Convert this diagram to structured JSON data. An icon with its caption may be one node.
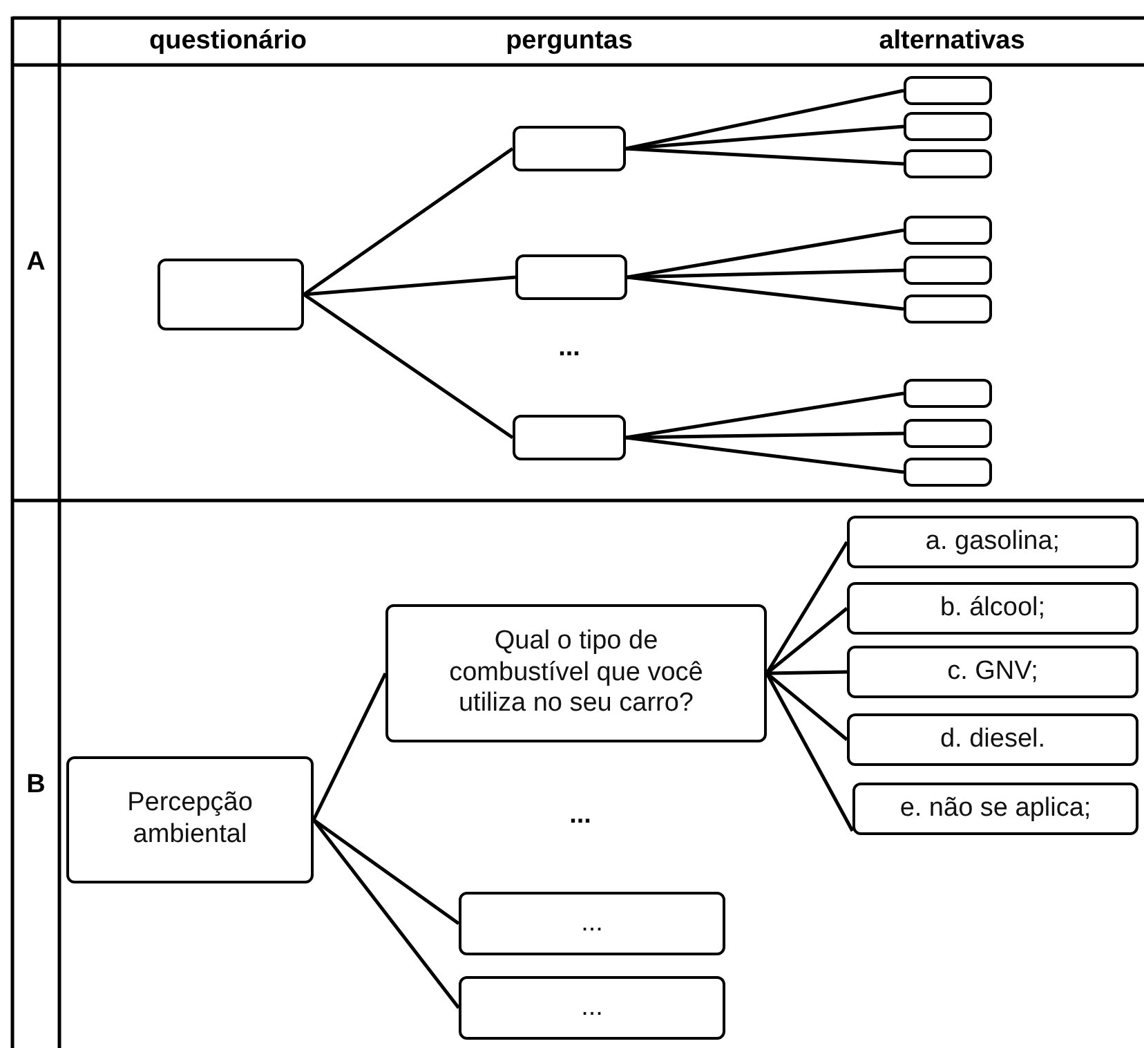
{
  "diagram": {
    "nodes": [
      {
        "text": [],
        "shape": "box"
      },
      {
        "text": [],
        "shape": "box"
      },
      {
        "text": [],
        "shape": "box"
      },
      {
        "text": [],
        "shape": "box"
      },
      {
        "text": [],
        "shape": "box"
      },
      {
        "text": [],
        "shape": "box"
      },
      {
        "text": [],
        "shape": "box"
      },
      {
        "text": [],
        "shape": "box"
      },
      {
        "text": [],
        "shape": "box"
      },
      {
        "text": [],
        "shape": "box"
      },
      {
        "text": [],
        "shape": "box"
      },
      {
        "text": [],
        "shape": "box"
      },
      {
        "text": [],
        "shape": "box"
      },
      {
        "text": [
          "Percepção ambiental"
        ]
      },
      {
        "text": [
          "Qual o tipo de combustível que você utiliza no seu carro?"
        ]
      },
      {
        "text": [
          "a.  gasolina;"
        ]
      },
      {
        "text": [
          "b. álcool;"
        ]
      },
      {
        "text": [
          "c. GNV;"
        ]
      },
      {
        "text": [
          "d. diesel."
        ]
      },
      {
        "text": [
          "e. não se aplica;"
        ]
      },
      {
        "text": [
          "..."
        ]
      },
      {
        "text": [
          "..."
        ]
      }
    ],
    "edges": [
      {
        "from": 0,
        "to": 1,
        "arrow": "none"
      },
      {
        "from": 0,
        "to": 2,
        "arrow": "none"
      },
      {
        "from": 0,
        "to": 3,
        "arrow": "none"
      },
      {
        "from": 1,
        "to": 4,
        "arrow": "none"
      },
      {
        "from": 1,
        "to": 5,
        "arrow": "none"
      },
      {
        "from": 1,
        "to": 6,
        "arrow": "none"
      },
      {
        "from": 2,
        "to": 7,
        "arrow": "none"
      },
      {
        "from": 2,
        "to": 8,
        "arrow": "none"
      },
      {
        "from": 2,
        "to": 9,
        "arrow": "none"
      },
      {
        "from": 3,
        "to": 10,
        "arrow": "none"
      },
      {
        "from": 3,
        "to": 11,
        "arrow": "none"
      },
      {
        "from": 3,
        "to": 12,
        "arrow": "none"
      },
      {
        "from": 13,
        "to": 14,
        "arrow": "none"
      },
      {
        "from": 13,
        "to": 20,
        "arrow": "none"
      },
      {
        "from": 13,
        "to": 21,
        "arrow": "none"
      },
      {
        "from": 14,
        "to": 15,
        "arrow": "none"
      },
      {
        "from": 14,
        "to": 16,
        "arrow": "none"
      },
      {
        "from": 14,
        "to": 17,
        "arrow": "none"
      },
      {
        "from": 14,
        "to": 18,
        "arrow": "none"
      },
      {
        "from": 14,
        "to": 19,
        "arrow": "none"
      }
    ],
    "labels": [
      "questionário",
      "perguntas",
      "alternativas",
      "A",
      "...",
      "B",
      "..."
    ]
  }
}
